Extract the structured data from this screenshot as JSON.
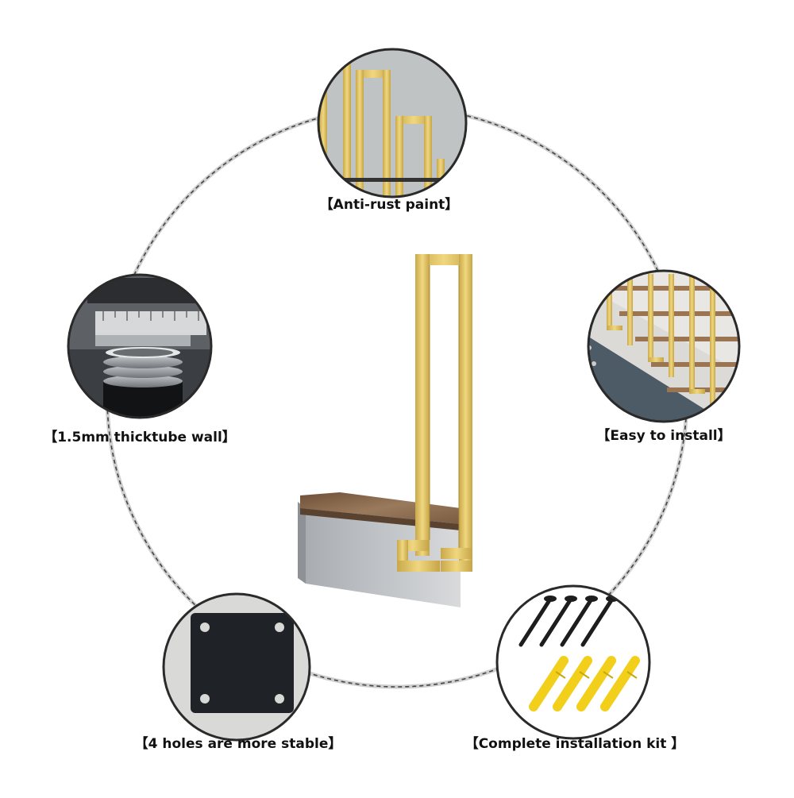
{
  "features": [
    {
      "id": "anti-rust",
      "label": "【Anti-rust paint】"
    },
    {
      "id": "tube-wall",
      "label": "【1.5mm thicktube wall】"
    },
    {
      "id": "easy-install",
      "label": "【Easy to install】"
    },
    {
      "id": "holes",
      "label": "【4 holes are more stable】"
    },
    {
      "id": "kit",
      "label": "【Complete installation kit 】"
    }
  ],
  "colors": {
    "gold": "#e2c35f",
    "gold_dark": "#b89a3a",
    "ring_dash": "#555555",
    "circle_border": "#2a2a2a",
    "plate": "#1f2227",
    "anchor": "#f5d21d",
    "stair_wood": "#8a6a4f",
    "stair_base": "#c9cbce"
  }
}
